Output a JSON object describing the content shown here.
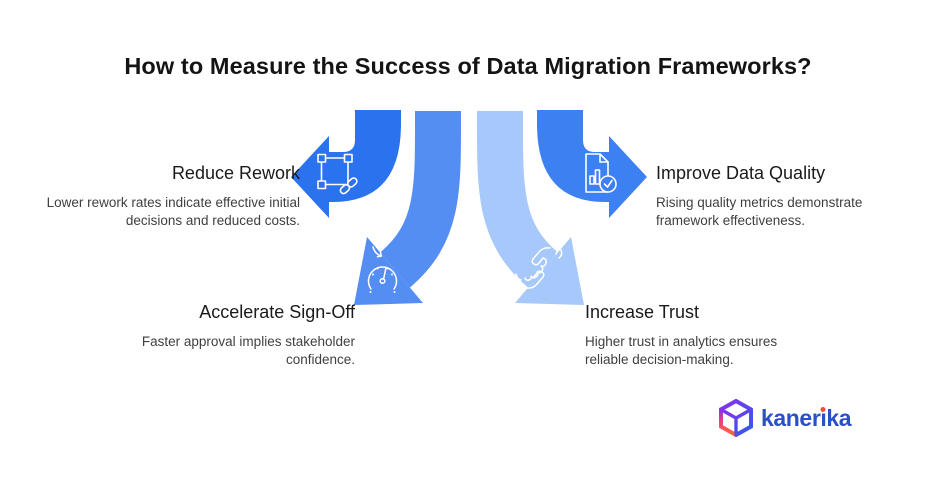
{
  "title": "How to Measure the Success of Data Migration Frameworks?",
  "items": [
    {
      "title": "Reduce Rework",
      "description": "Lower rework rates indicate effective initial decisions and reduced costs.",
      "icon": "selection-link-icon",
      "arrow_direction": "left",
      "arrow_color": "#2b72ef"
    },
    {
      "title": "Improve Data Quality",
      "description": "Rising quality metrics demonstrate framework effectiveness.",
      "icon": "document-check-icon",
      "arrow_direction": "right",
      "arrow_color": "#3d80f1"
    },
    {
      "title": "Accelerate Sign-Off",
      "description": "Faster approval implies stakeholder confidence.",
      "icon": "speedometer-icon",
      "arrow_direction": "down-left",
      "arrow_color": "#548ef2"
    },
    {
      "title": "Increase Trust",
      "description": "Higher trust in analytics ensures reliable decision-making.",
      "icon": "handshake-icon",
      "arrow_direction": "down-right",
      "arrow_color": "#a6c8fa"
    }
  ],
  "logo": {
    "brand": "kanerika",
    "wordmark_color": "#2b4ec9",
    "i_dot_color": "#f2503a",
    "cube_gradient": [
      "#8a2ff0",
      "#2f5ce8",
      "#ee3a7c",
      "#ff6a3c"
    ]
  },
  "colors": {
    "background": "#ffffff",
    "title_text": "#141414",
    "heading_text": "#1a1a1a",
    "body_text": "#3f3f3f",
    "icon_stroke": "#ffffff"
  }
}
